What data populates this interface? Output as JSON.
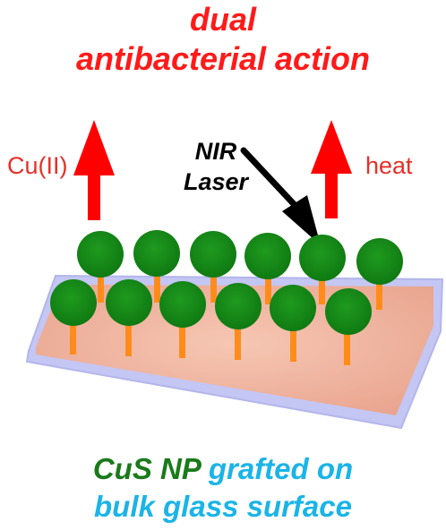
{
  "title": {
    "line1": "dual",
    "line2": "antibacterial action"
  },
  "labels": {
    "left_arrow": "Cu(II)",
    "right_arrow": "heat",
    "laser_line1": "NIR",
    "laser_line2": "Laser"
  },
  "caption": {
    "part1": "CuS NP",
    "part2": "grafted on",
    "line2": "bulk glass surface"
  },
  "colors": {
    "title_red": "#ff1a1a",
    "arrow_red": "#ff0000",
    "np_green": "#138a13",
    "linker_orange": "#ff8c1a",
    "glass_top": "#f2b6a0",
    "glass_edge": "#b8bcf2",
    "caption_green": "#1a7a1a",
    "caption_cyan": "#1ab4e8"
  },
  "diagram": {
    "back_row_count": 6,
    "front_row_count": 6
  }
}
